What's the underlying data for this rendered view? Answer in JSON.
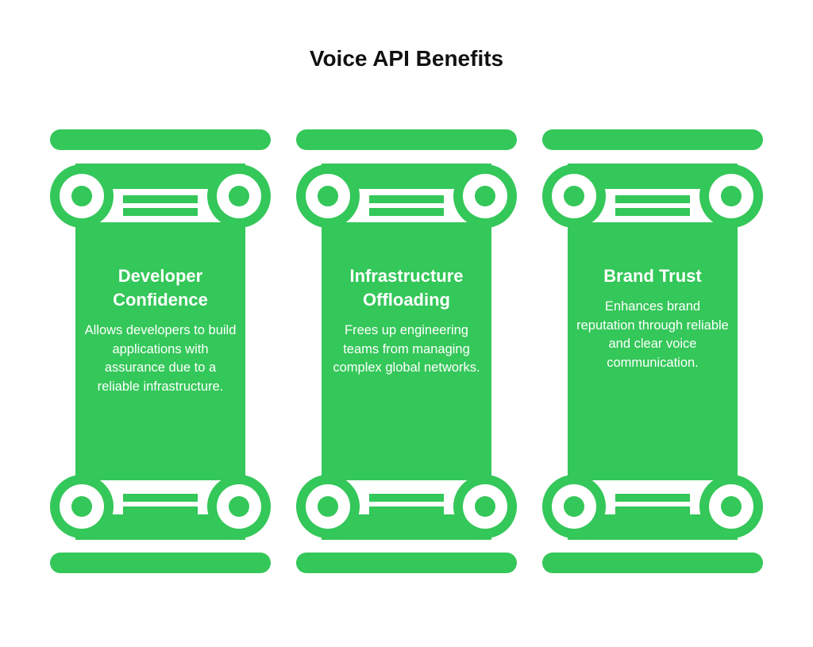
{
  "title": "Voice API Benefits",
  "colors": {
    "accent": "#34c759",
    "background": "#ffffff",
    "text_dark": "#111111",
    "text_light": "#ffffff"
  },
  "pillars": [
    {
      "title": "Developer Confidence",
      "description": "Allows developers to build applications with assurance due to a reliable infrastructure."
    },
    {
      "title": "Infrastructure Offloading",
      "description": "Frees up engineering teams from managing complex global networks."
    },
    {
      "title": "Brand Trust",
      "description": "Enhances brand reputation through reliable and clear voice communication."
    }
  ]
}
